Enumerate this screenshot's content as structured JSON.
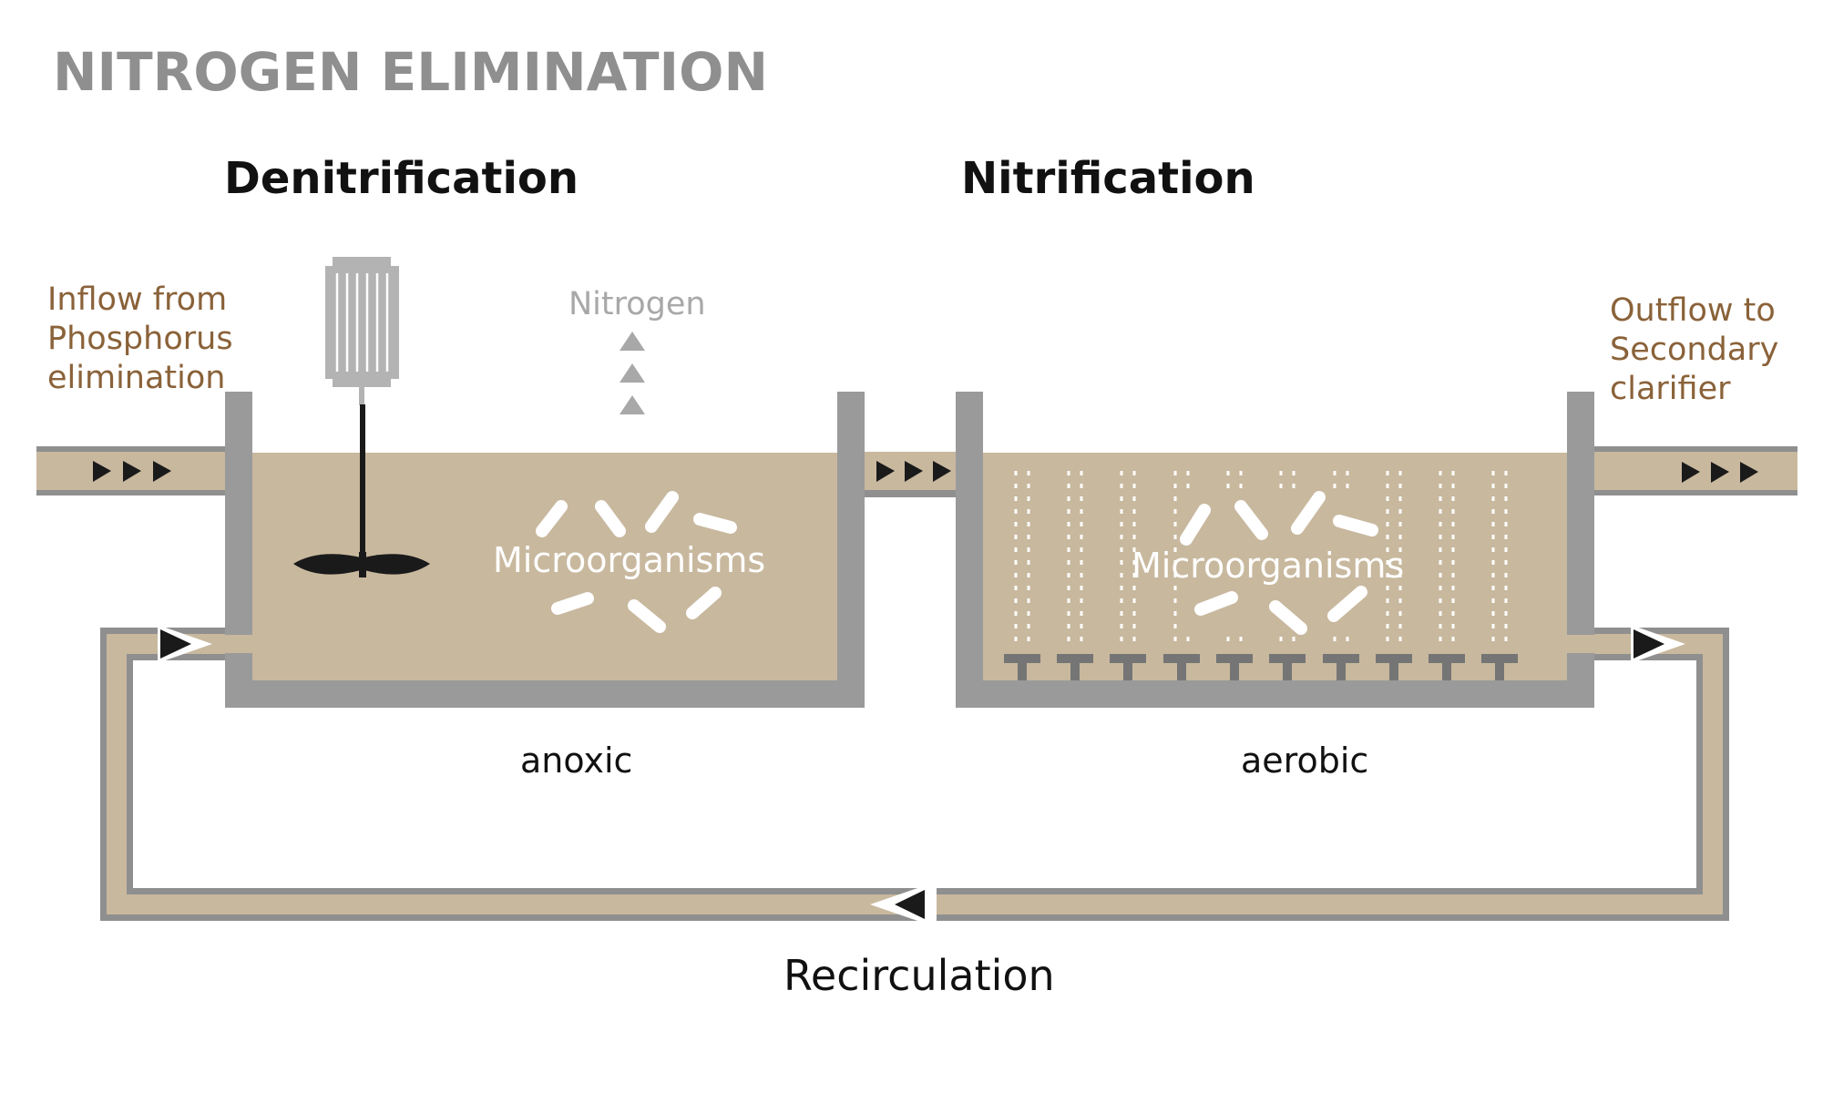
{
  "title": "NITROGEN ELIMINATION",
  "stages": {
    "denitrification": "Denitrification",
    "nitrification": "Nitrification"
  },
  "inflow": {
    "lines": [
      "Inflow from",
      "Phosphorus",
      "elimination"
    ]
  },
  "outflow": {
    "lines": [
      "Outflow to",
      "Secondary",
      "clarifier"
    ]
  },
  "gas_release": "Nitrogen",
  "tanks": {
    "anoxic": {
      "label": "anoxic",
      "content": "Microorganisms"
    },
    "aerobic": {
      "label": "aerobic",
      "content": "Microorganisms"
    }
  },
  "recirculation": "Recirculation",
  "colors": {
    "liquid": "#c8b89e",
    "wall": "#9a9a9a",
    "pipe_border": "#8f8f8f",
    "accent_text": "#8a6239",
    "arrow": "#1a1a1a",
    "gas": "#a8a8a8"
  },
  "icons": [
    "mixer-motor-icon",
    "stirrer-propeller-icon",
    "flow-arrow-icon",
    "gas-bubble-arrow-icon",
    "microorganism-icon",
    "diffuser-icon",
    "air-bubbles-icon"
  ]
}
